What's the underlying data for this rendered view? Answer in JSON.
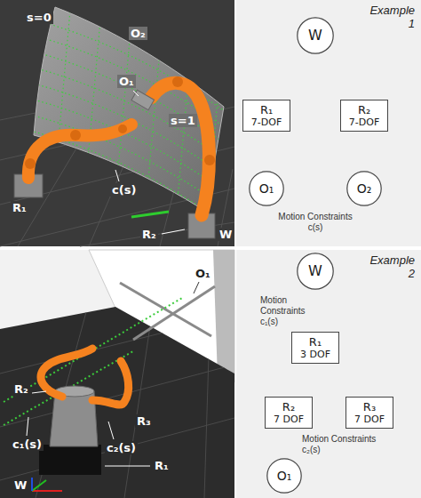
{
  "diagram": {
    "nodes": [
      {
        "text": [
          "Example 1"
        ]
      },
      {
        "text": [
          "W"
        ],
        "in": 0
      },
      {
        "text": [
          "R₁",
          "7-DOF"
        ],
        "in": 0
      },
      {
        "text": [
          "R₂",
          "7-DOF"
        ],
        "in": 0
      },
      {
        "text": [
          "O₁"
        ],
        "in": 0
      },
      {
        "text": [
          "O₂"
        ],
        "in": 0
      },
      {
        "text": [
          "Example 2"
        ]
      },
      {
        "text": [
          "W"
        ],
        "in": 6
      },
      {
        "text": [
          "R₁",
          "3 DOF"
        ],
        "in": 6
      },
      {
        "text": [
          "R₂",
          "7 DOF"
        ],
        "in": 6
      },
      {
        "text": [
          "R₃",
          "7 DOF"
        ],
        "in": 6
      },
      {
        "text": [
          "O₁"
        ],
        "in": 6
      }
    ],
    "edges": [
      {
        "from": 1,
        "to": 2,
        "arrow": "none"
      },
      {
        "from": 1,
        "to": 3,
        "arrow": "none"
      },
      {
        "from": 2,
        "to": 4,
        "arrow": "none"
      },
      {
        "from": 3,
        "to": 5,
        "arrow": "none"
      },
      {
        "from": 4,
        "to": 5,
        "label": "Motion Constraints c(s)",
        "arrow": "none"
      },
      {
        "from": 7,
        "to": 8,
        "arrow": "none"
      },
      {
        "from": 8,
        "to": 9,
        "arrow": "none"
      },
      {
        "from": 8,
        "to": 10,
        "arrow": "none"
      },
      {
        "from": 9,
        "to": 11,
        "arrow": "none"
      },
      {
        "from": 7,
        "to": 11,
        "label": "Motion Constraints c₁(s)",
        "arrow": "none"
      },
      {
        "from": 11,
        "to": 10,
        "label": "Motion Constraints c₂(s)",
        "arrow": "none"
      }
    ],
    "labels": [
      "s=0",
      "O₂",
      "O₁",
      "s=1",
      "R₁",
      "c(s)",
      "R₂",
      "W",
      "O₁",
      "R₂",
      "R₃",
      "c₁(s)",
      "c₂(s)",
      "R₁",
      "W"
    ]
  }
}
